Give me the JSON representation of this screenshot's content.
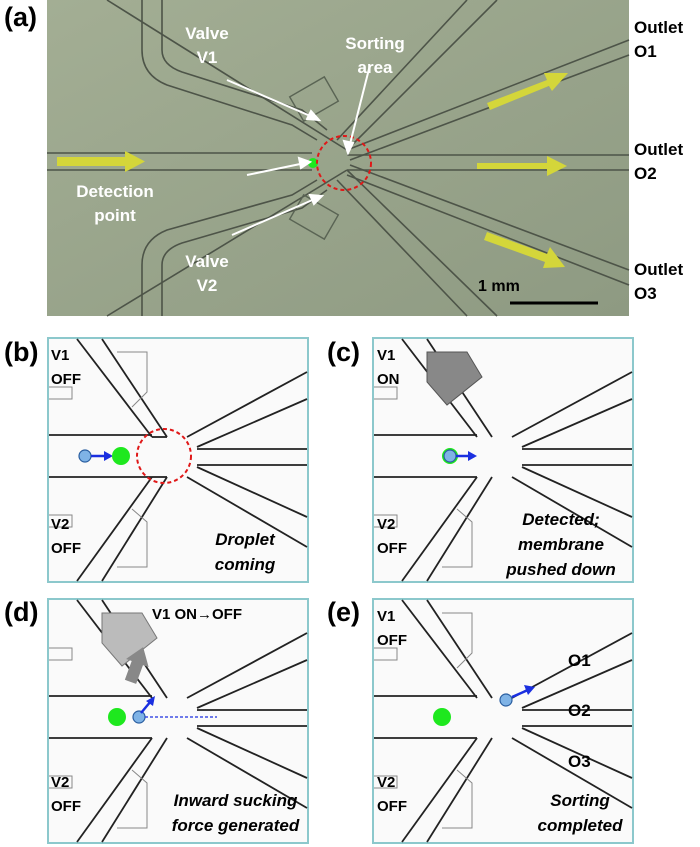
{
  "panel_a": {
    "label": "(a)",
    "valve1": [
      "Valve",
      "V1"
    ],
    "valve2": [
      "Valve",
      "V2"
    ],
    "sorting": [
      "Sorting",
      "area"
    ],
    "detection": [
      "Detection",
      "point"
    ],
    "scale": "1 mm",
    "outlets": [
      {
        "line1": "Outlet",
        "line2": "O1"
      },
      {
        "line1": "Outlet",
        "line2": "O2"
      },
      {
        "line1": "Outlet",
        "line2": "O3"
      }
    ]
  },
  "panel_b": {
    "label": "(b)",
    "v1": [
      "V1",
      "OFF"
    ],
    "v2": [
      "V2",
      "OFF"
    ],
    "caption": [
      "Droplet",
      "coming"
    ]
  },
  "panel_c": {
    "label": "(c)",
    "v1": [
      "V1",
      "ON"
    ],
    "v2": [
      "V2",
      "OFF"
    ],
    "caption": [
      "Detected;",
      "membrane",
      "pushed down"
    ]
  },
  "panel_d": {
    "label": "(d)",
    "v1": "V1 ON→OFF",
    "v2": [
      "V2",
      "OFF"
    ],
    "caption": [
      "Inward sucking",
      "force generated"
    ]
  },
  "panel_e": {
    "label": "(e)",
    "v1": [
      "V1",
      "OFF"
    ],
    "v2": [
      "V2",
      "OFF"
    ],
    "outlets": [
      "O1",
      "O2",
      "O3"
    ],
    "caption": [
      "Sorting",
      "completed"
    ]
  },
  "colors": {
    "microscope_bg": "#9aa58c",
    "flow_arrow": "#d4d63a",
    "detect_green": "#1ee81e",
    "sorting_circle": "#e01818",
    "panel_border": "#8cc8cc",
    "velocity_arrow": "#1a2fe0"
  }
}
